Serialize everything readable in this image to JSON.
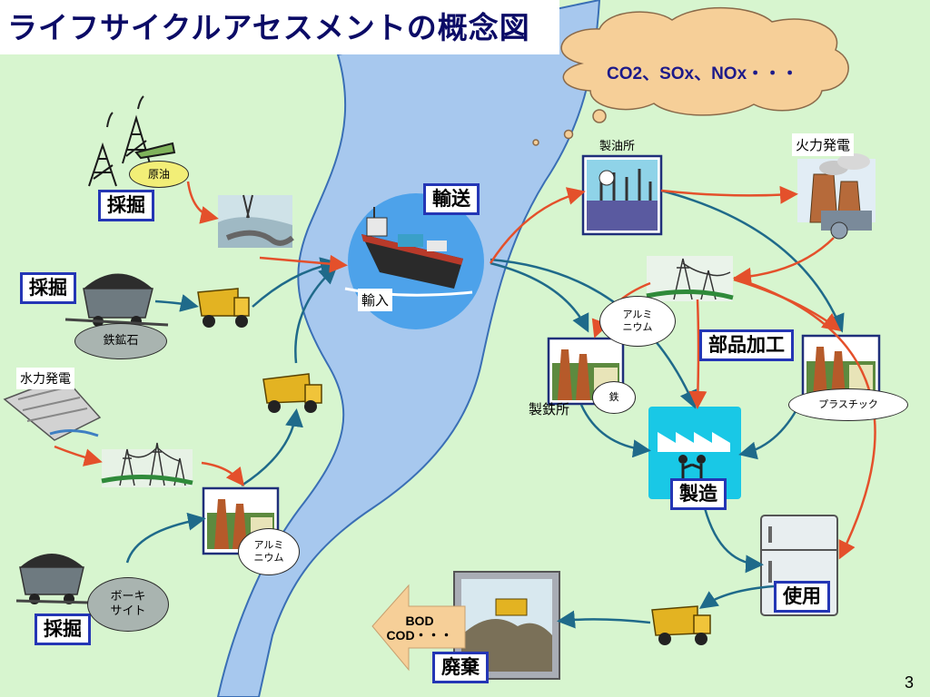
{
  "title": "ライフサイクルアセスメントの概念図",
  "emissions_cloud": "CO2、SOx、NOx・・・",
  "labels": {
    "mining_top": "採掘",
    "mining_mid": "採掘",
    "mining_bottom": "採掘",
    "crude_oil": "原油",
    "iron_ore": "鉄鉱石",
    "hydro_power": "水力発電",
    "bauxite": "ボーキ\nサイト",
    "aluminum_left": "アルミ\nニウム",
    "transport": "輸送",
    "import": "輸入",
    "refinery": "製油所",
    "thermal_power": "火力発電",
    "aluminum_right": "アルミ\nニウム",
    "parts_processing": "部品加工",
    "iron": "鉄",
    "steel_mill": "製鉄所",
    "plastic": "プラスチック",
    "manufacturing": "製造",
    "use": "使用",
    "waste_effluent": "BOD\nCOD・・・",
    "disposal": "廃棄"
  },
  "colors": {
    "background": "#d7f5cf",
    "river": "#a7c8ee",
    "river_edge": "#3a6fb5",
    "flow_arrow": "#1f6a8a",
    "energy_arrow": "#e4502b",
    "box_border": "#2436b5",
    "title_text": "#0b0b66",
    "cloud": "#f6cf98"
  },
  "icons": [
    "oil-derrick-icon",
    "oil-extraction-icon",
    "coal-cart-icon",
    "dump-truck-icon",
    "dam-icon",
    "power-line-icon",
    "factory-icon",
    "cargo-ship-icon",
    "refinery-icon",
    "power-plant-icon",
    "manufacturing-plant-icon",
    "refrigerator-icon",
    "landfill-icon"
  ],
  "page_number": "3"
}
